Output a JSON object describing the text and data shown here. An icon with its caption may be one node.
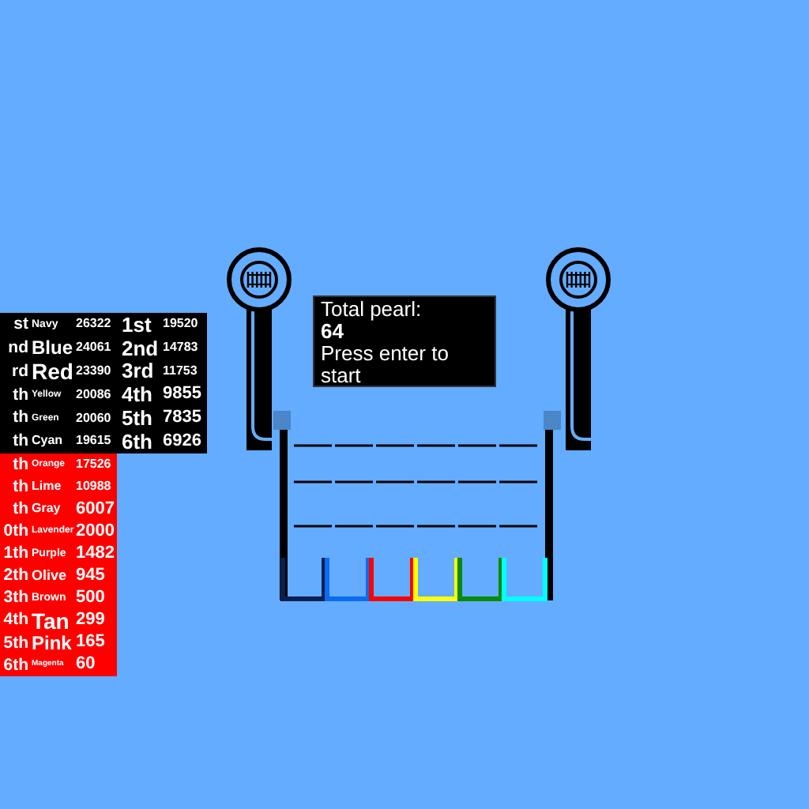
{
  "diagram": {
    "nodes": [
      {
        "text": [
          "Total pearl:",
          "64",
          "Press enter to start"
        ]
      }
    ],
    "labels": [
      "st",
      "Navy",
      "26322",
      "1st",
      "19520",
      "nd",
      "Blue",
      "24061",
      "2nd",
      "14783",
      "rd",
      "Red",
      "23390",
      "3rd",
      "11753",
      "th",
      "Yellow",
      "20086",
      "4th",
      "9855",
      "th",
      "Green",
      "20060",
      "5th",
      "7835",
      "th",
      "Cyan",
      "19615",
      "6th",
      "6926",
      "th",
      "Orange",
      "17526",
      "th",
      "Lime",
      "10988",
      "th",
      "Gray",
      "6007",
      "0th",
      "Lavender",
      "2000",
      "1th",
      "Purple",
      "1482",
      "2th",
      "Olive",
      "945",
      "3th",
      "Brown",
      "500",
      "4th",
      "Tan",
      "299",
      "5th",
      "Pink",
      "165",
      "6th",
      "Magenta",
      "60"
    ]
  }
}
